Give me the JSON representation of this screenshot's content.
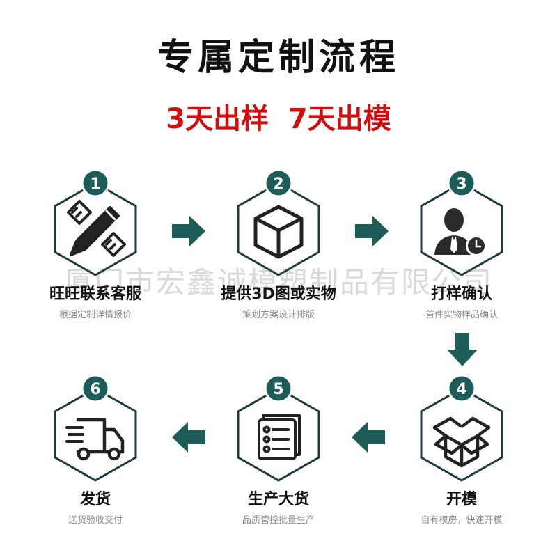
{
  "title": "专属定制流程",
  "subtitle": "3天出样  7天出模",
  "watermark": "厦门市宏鑫诚模塑制品有限公司",
  "colors": {
    "accent": "#1d5d59",
    "hex_outline": "#1f3b40",
    "subtitle": "#d20c0c",
    "caption": "#8a8a8a"
  },
  "steps": [
    {
      "number": "1",
      "title": "旺旺联系客服",
      "desc": "根据定制详情报价",
      "icon": "pencil-ruler-icon"
    },
    {
      "number": "2",
      "title": "提供3D图或实物",
      "desc": "策划方案设计排版",
      "icon": "cube-icon"
    },
    {
      "number": "3",
      "title": "打样确认",
      "desc": "首件实物样品确认",
      "icon": "person-clock-icon"
    },
    {
      "number": "4",
      "title": "开模",
      "desc": "自有模房，快速开模",
      "icon": "open-box-icon"
    },
    {
      "number": "5",
      "title": "生产大货",
      "desc": "品质管控批量生产",
      "icon": "checklist-icon"
    },
    {
      "number": "6",
      "title": "发货",
      "desc": "送货验收交付",
      "icon": "delivery-truck-icon"
    }
  ]
}
